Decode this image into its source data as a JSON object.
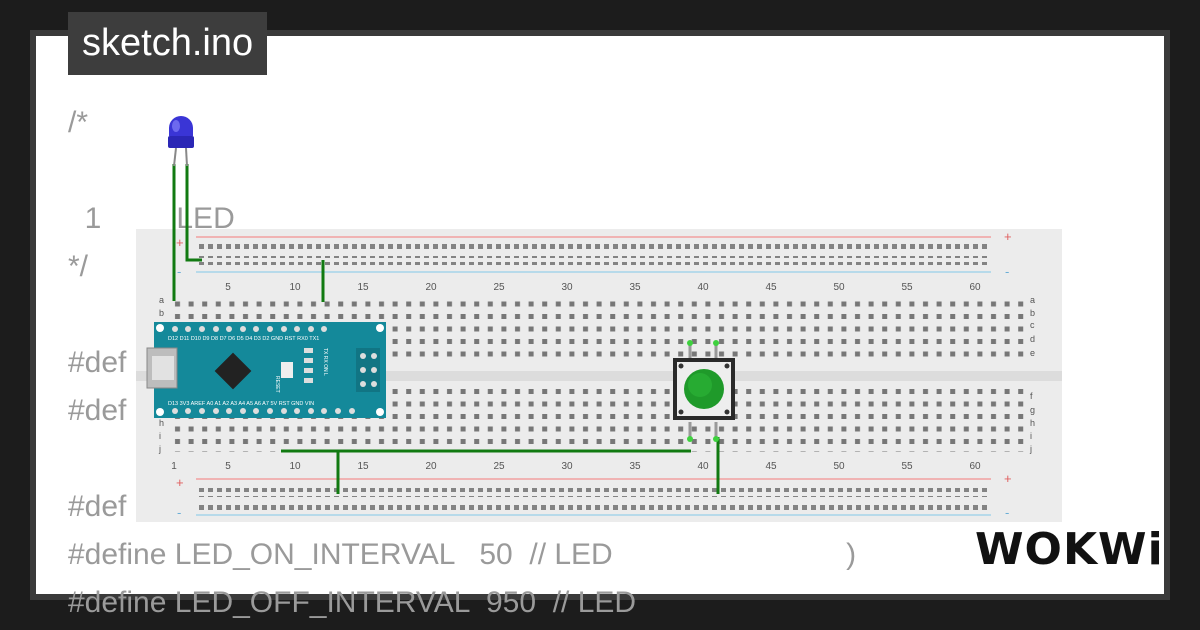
{
  "tab": {
    "title": "sketch.ino"
  },
  "code": {
    "lines": [
      "/*",
      "  1         LED",
      "*/",
      "#def",
      "#def",
      "#def",
      "#define LED_ON_INTERVAL   50  // LED                            )",
      "#define LED_OFF_INTERVAL  950  // LED"
    ]
  },
  "breadboard": {
    "top_numbers": [
      "5",
      "10",
      "15",
      "20",
      "25",
      "30",
      "35",
      "40",
      "45",
      "50",
      "55",
      "60"
    ],
    "bottom_numbers": [
      "1",
      "5",
      "10",
      "15",
      "20",
      "25",
      "30",
      "35",
      "40",
      "45",
      "50",
      "55",
      "60"
    ],
    "row_letters_left": [
      "a",
      "b",
      "h",
      "i",
      "j"
    ],
    "row_letters_right": [
      "a",
      "b",
      "c",
      "d",
      "e",
      "f",
      "g",
      "h",
      "i",
      "j"
    ],
    "rail_plus": "+",
    "rail_minus": "-"
  },
  "arduino": {
    "top_pins": "D12 D11 D10  D9  D8  D7  D6  D5  D4  D3  D2 GND RST RX0 TX1",
    "bottom_pins": "D13 3V3 AREF A0  A1  A2  A3  A4  A5  A6  A7  5V  RST GND VIN",
    "reset_label": "RESET",
    "led_labels": "TX RX ON L"
  },
  "brand": {
    "logo": "WOKWi"
  },
  "colors": {
    "wire": "#117a11",
    "led": "#3a35d6",
    "button": "#1f9a2a",
    "arduino": "#14899a",
    "rail_red": "#f2a0a0",
    "rail_blue": "#a5d3ea"
  }
}
